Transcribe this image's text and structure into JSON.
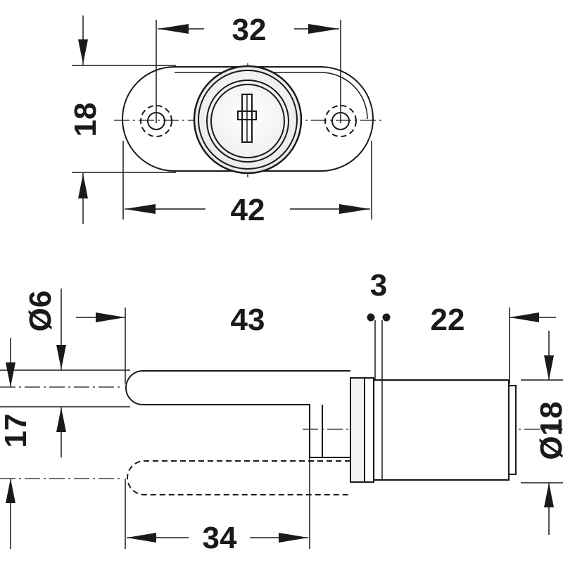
{
  "top_view": {
    "width_holes": "32",
    "height": "18",
    "width_total": "42"
  },
  "side_view": {
    "bolt_diameter": "Ø6",
    "bolt_length": "43",
    "collar": "3",
    "body_length": "22",
    "offset": "17",
    "body_diameter": "Ø18",
    "travel": "34"
  },
  "colors": {
    "line": "#1a1a1a",
    "background": "#ffffff"
  }
}
